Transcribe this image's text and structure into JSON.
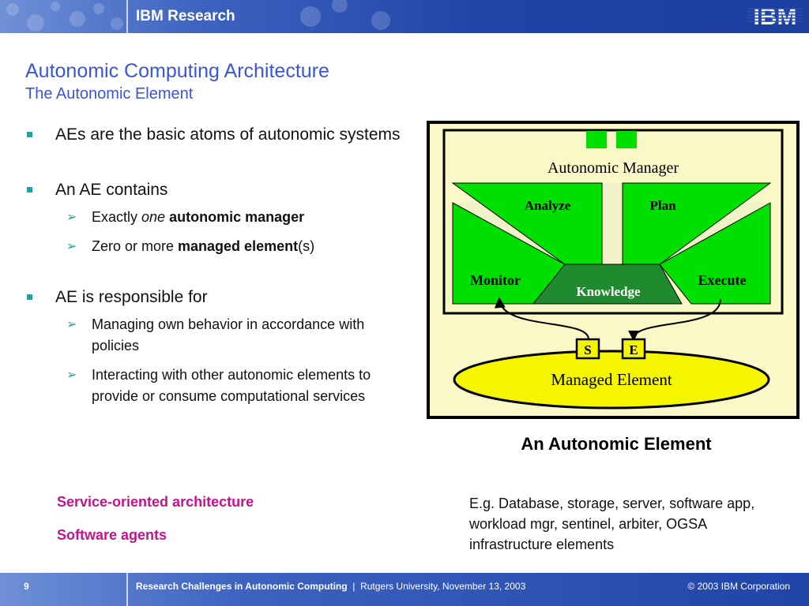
{
  "header": {
    "title": "IBM Research",
    "logo": "IBM"
  },
  "slide": {
    "title": "Autonomic Computing Architecture",
    "subtitle": "The Autonomic Element"
  },
  "bullets": {
    "b1": "AEs are the basic atoms of autonomic systems",
    "b2": "An AE contains",
    "b2_s1_a": "Exactly ",
    "b2_s1_b": "one",
    "b2_s1_c": "autonomic manager",
    "b2_s2_a": "Zero or more ",
    "b2_s2_b": "managed element",
    "b2_s2_c": "(s)",
    "b3": "AE is responsible for",
    "b3_s1": "Managing own behavior in accordance with policies",
    "b3_s2": "Interacting with other autonomic elements to provide or consume computational services"
  },
  "links": {
    "soa": "Service-oriented architecture",
    "agents": "Software agents"
  },
  "diagram": {
    "manager": "Autonomic Manager",
    "analyze": "Analyze",
    "plan": "Plan",
    "monitor": "Monitor",
    "execute": "Execute",
    "knowledge": "Knowledge",
    "sensor": "S",
    "effector": "E",
    "managed": "Managed Element",
    "caption": "An Autonomic Element"
  },
  "examples": "E.g. Database, storage, server, software app, workload mgr, sentinel, arbiter, OGSA infrastructure elements",
  "footer": {
    "page": "9",
    "talk": "Research Challenges in Autonomic Computing",
    "sep": "  |  ",
    "venue": "Rutgers University, November 13, 2003",
    "copyright": "© 2003 IBM Corporation"
  },
  "colors": {
    "title": "#3a56d6",
    "bullet": "#1aa4a4",
    "link": "#c0148c",
    "green": "#00e000",
    "knowledge": "#1f8a2e",
    "yellow": "#f5f500",
    "panel": "#fbf8c8"
  }
}
